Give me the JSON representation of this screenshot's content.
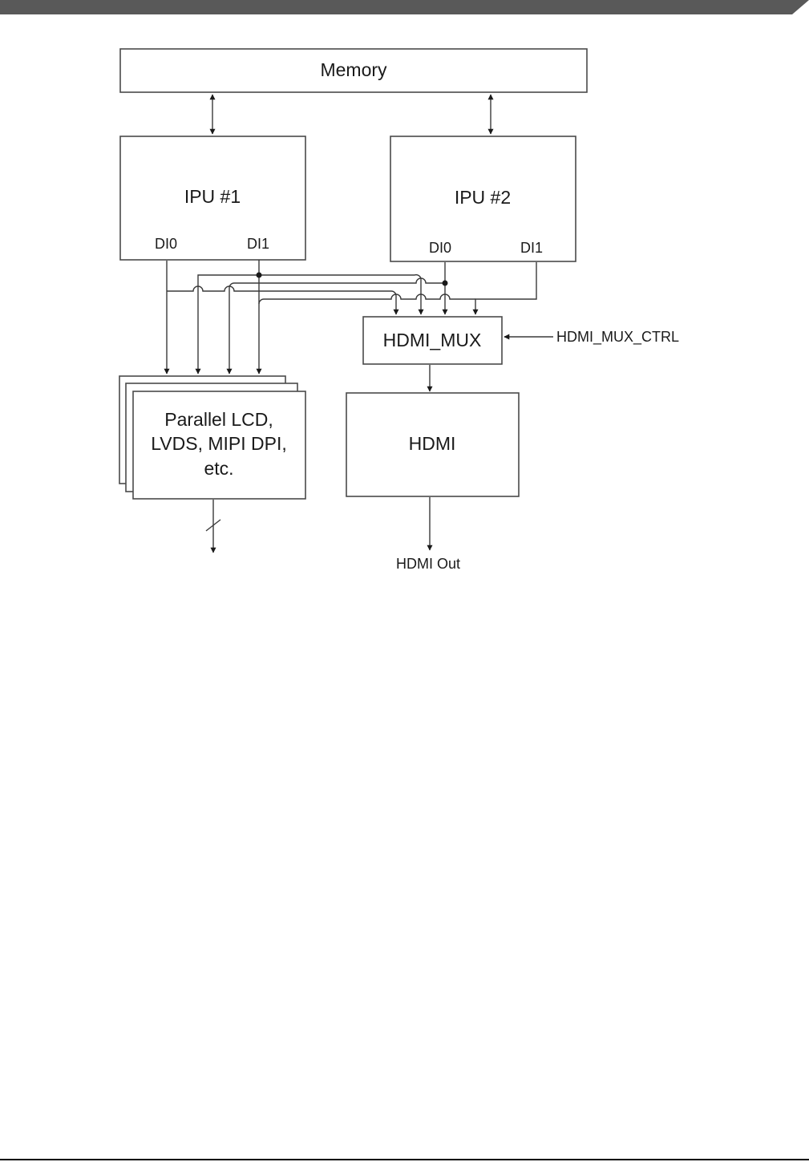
{
  "blocks": {
    "memory": "Memory",
    "ipu1": "IPU #1",
    "ipu2": "IPU #2",
    "ipu1_di0": "DI0",
    "ipu1_di1": "DI1",
    "ipu2_di0": "DI0",
    "ipu2_di1": "DI1",
    "hdmi_mux": "HDMI_MUX",
    "hdmi_mux_ctrl": "HDMI_MUX_CTRL",
    "hdmi": "HDMI",
    "hdmi_out": "HDMI Out",
    "displays_line1": "Parallel LCD,",
    "displays_line2": "LVDS, MIPI DPI,",
    "displays_line3": "etc."
  },
  "colors": {
    "header_bar": "#595959",
    "line": "#3a3a3a",
    "box_border": "#4a4a4a",
    "text": "#1a1a1a"
  }
}
